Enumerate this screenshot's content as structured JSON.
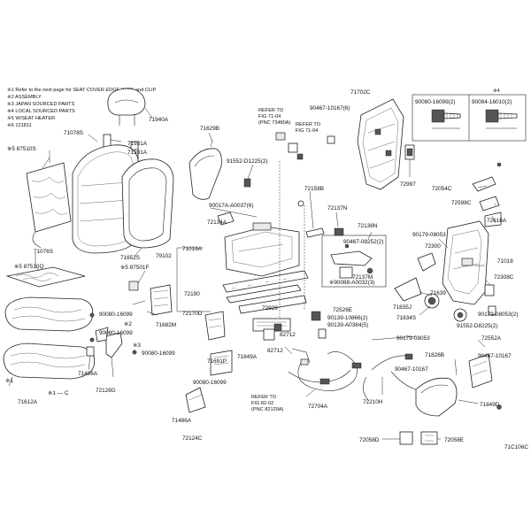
{
  "notes": [
    "※1 Refer to the next page for SEAT COVER EDGE WIRE and CLIP",
    "※2 ASSEMBLY",
    "※3 JAPAN SOURCED PARTS",
    "※4 LOCAL SOURCED PARTS",
    "※5 W/SEAT HEATER",
    "※6 121811"
  ],
  "fastener_box": {
    "marker": "※4",
    "left": "90080-16099(2)",
    "right": "90084-16010(2)"
  },
  "refs": [
    {
      "line1": "REFER TO",
      "line2": "FIG 71-04",
      "line3": "(PNC 73480A)"
    },
    {
      "line1": "REFER TO",
      "line2": "FIG 71-04",
      "line3": ""
    },
    {
      "line1": "REFER TO",
      "line2": "FIG 82-02",
      "line3": "(PNC 82129A)"
    }
  ],
  "labels": {
    "l71940a": "71940A",
    "l71931a_1": "71931A",
    "l71931a_2": "71931A",
    "l71078s": "71078S",
    "l87510s": "※5 87510S",
    "l71076s": "71076S",
    "l87510q": "※5 87510Q",
    "l71612a": "71612A",
    "l71652s": "71652S",
    "l87501f": "※5 87501F",
    "l79102": "79102",
    "l71629b": "71629B",
    "l91552_a": "91552-D1225(2)",
    "l90179_b": "90179-08053",
    "l90179_c": "90179-08053(2)",
    "l90179_d": "90179-08053",
    "l90179_e": "91552-D8225(2)",
    "l71702c": "71702C",
    "l90467_a": "90467-10167(6)",
    "l72997": "72997",
    "l72054c": "72054C",
    "l72598c": "72598C",
    "l72616a": "72616A",
    "l90179_a": "90179-08053",
    "l72300": "72300",
    "l71018": "71018",
    "l72308c": "72308C",
    "l90017a": "90017A-A0037(6)",
    "l72134a": "72134A",
    "l71016a": "71016A",
    "l72158b": "72158B",
    "l72137n": "72137N",
    "l72138n": "72138N",
    "l90467_b": "90467-08252(2)",
    "l72137m": "72137M",
    "l90088": "※90088-A0032(3)",
    "l72190": "72190",
    "l72928": "72928",
    "l72170d": "72170D",
    "l82712_a": "82712",
    "l82712_b": "82712",
    "l72526e": "72526E",
    "l90139_a": "90139-10866(2)",
    "l90139_b": "90139-A0384(5)",
    "l71682m": "71682M",
    "l90080_a": "90080-16099",
    "l90080_b": "90080-16099",
    "l90080_c": "90080-16099",
    "l90080_d": "90080-16099",
    "l71486a_1": "71486A",
    "l71486a_2": "71486A",
    "l72128g": "72128G",
    "l71691p": "71691P",
    "l71849a": "71849A",
    "l72124c": "72124C",
    "l72704a": "72704A",
    "l72210h": "72210H",
    "l71826b": "71826B",
    "l90467_c": "90467-10167",
    "l90467_d": "90467-10167",
    "l71639": "71639",
    "l71835j": "71835J",
    "l71834s": "71834S",
    "l72552a": "72552A",
    "l71849d": "71849D",
    "l72058d": "72058D",
    "l72058e": "72058E",
    "l_x1": "※1",
    "l_c": "※1 — C",
    "l_x2": "※2",
    "l_x3": "※3",
    "corner": "71C106C"
  }
}
